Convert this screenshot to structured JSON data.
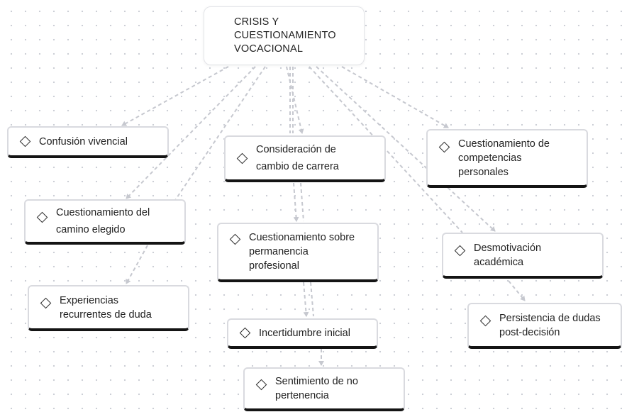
{
  "root": {
    "lines": [
      "CRISIS Y",
      "CUESTIONAMIENTO",
      "VOCACIONAL"
    ]
  },
  "nodes": [
    {
      "id": "confusion",
      "lines": [
        "Confusión vivencial"
      ]
    },
    {
      "id": "consideracion",
      "lines": [
        "Consideración de",
        "cambio de carrera"
      ]
    },
    {
      "id": "competencias",
      "lines": [
        "Cuestionamiento de",
        "competencias",
        "personales"
      ]
    },
    {
      "id": "camino",
      "lines": [
        "Cuestionamiento del",
        "camino elegido"
      ]
    },
    {
      "id": "permanencia",
      "lines": [
        "Cuestionamiento sobre",
        "permanencia",
        "profesional"
      ]
    },
    {
      "id": "desmotivacion",
      "lines": [
        "Desmotivación",
        "académica"
      ]
    },
    {
      "id": "experiencias",
      "lines": [
        "Experiencias",
        "recurrentes de duda"
      ]
    },
    {
      "id": "incertidumbre",
      "lines": [
        "Incertidumbre inicial"
      ]
    },
    {
      "id": "persistencia",
      "lines": [
        "Persistencia de dudas",
        "post-decisión"
      ]
    },
    {
      "id": "sentimiento",
      "lines": [
        "Sentimiento de no",
        "pertenencia"
      ]
    }
  ],
  "style": {
    "edge_color": "#c6c8cf",
    "node_bottom_border": "#141414",
    "node_border": "#d9dadf",
    "dot_color": "#c9ccd4"
  }
}
